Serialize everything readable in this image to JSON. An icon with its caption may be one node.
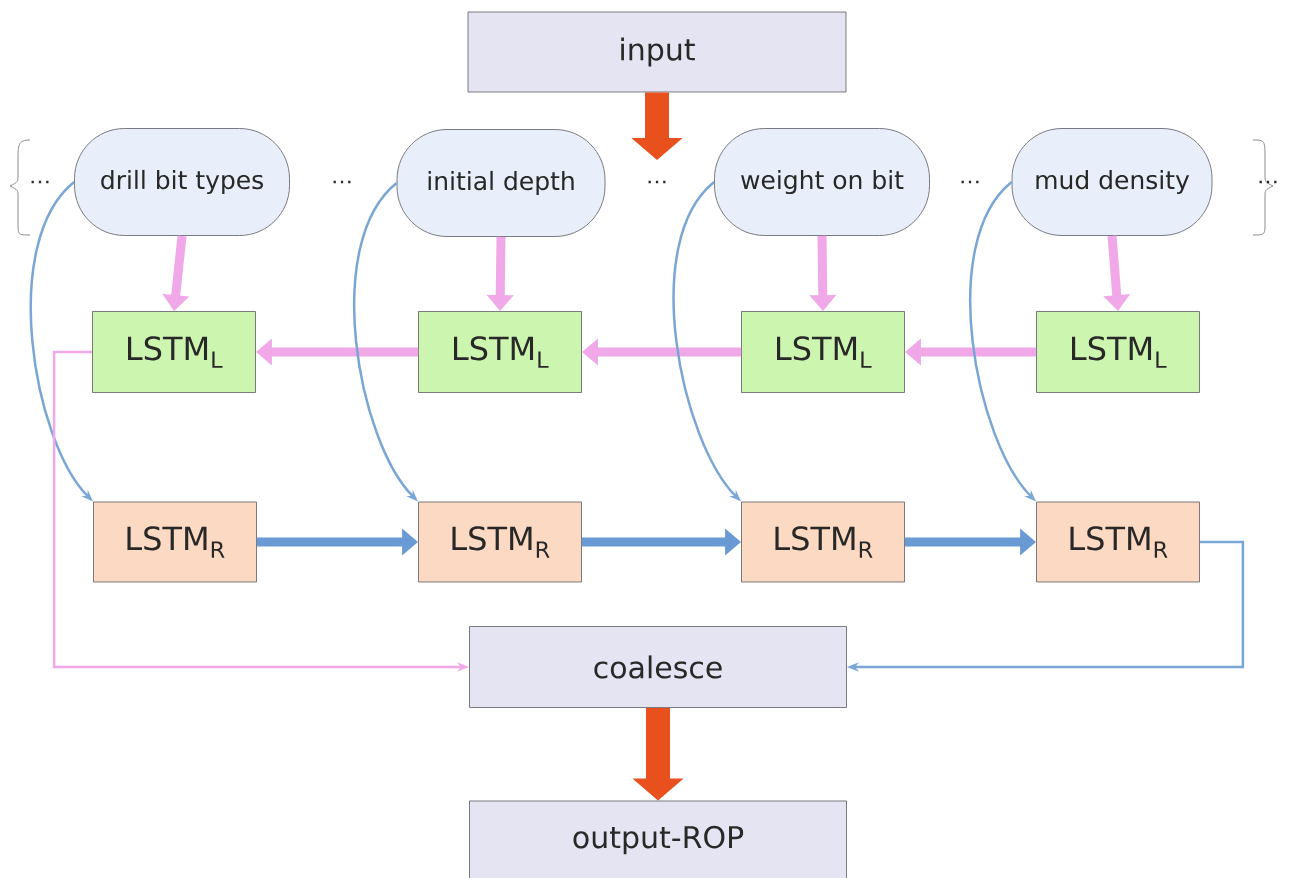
{
  "diagram": {
    "nodes": [
      {
        "text": [
          "input"
        ]
      },
      {
        "text": [
          "drill bit types"
        ]
      },
      {
        "text": [
          "initial depth"
        ]
      },
      {
        "text": [
          "weight on bit"
        ]
      },
      {
        "text": [
          "mud density"
        ]
      },
      {
        "text": [
          "LSTM$_{L}$"
        ]
      },
      {
        "text": [
          "LSTM$_{L}$"
        ]
      },
      {
        "text": [
          "LSTM$_{L}$"
        ]
      },
      {
        "text": [
          "LSTM$_{L}$"
        ]
      },
      {
        "text": [
          "LSTM$_{R}$"
        ]
      },
      {
        "text": [
          "LSTM$_{R}$"
        ]
      },
      {
        "text": [
          "LSTM$_{R}$"
        ]
      },
      {
        "text": [
          "LSTM$_{R}$"
        ]
      },
      {
        "text": [
          "coalesce"
        ]
      },
      {
        "text": [
          "output-ROP"
        ]
      }
    ],
    "edges": [
      {
        "from": 0,
        "to": null,
        "arrow": "to",
        "style": "thick",
        "color": "#e8501e"
      },
      {
        "from": 1,
        "to": 5,
        "arrow": "to",
        "color": "#f0a8e8"
      },
      {
        "from": 2,
        "to": 6,
        "arrow": "to",
        "color": "#f0a8e8"
      },
      {
        "from": 3,
        "to": 7,
        "arrow": "to",
        "color": "#f0a8e8"
      },
      {
        "from": 4,
        "to": 8,
        "arrow": "to",
        "color": "#f0a8e8"
      },
      {
        "from": 8,
        "to": 7,
        "arrow": "to",
        "color": "#f0a8e8"
      },
      {
        "from": 7,
        "to": 6,
        "arrow": "to",
        "color": "#f0a8e8"
      },
      {
        "from": 6,
        "to": 5,
        "arrow": "to",
        "color": "#f0a8e8"
      },
      {
        "from": 1,
        "to": 9,
        "arrow": "to",
        "color": "#7aa6d6"
      },
      {
        "from": 2,
        "to": 10,
        "arrow": "to",
        "color": "#7aa6d6"
      },
      {
        "from": 3,
        "to": 11,
        "arrow": "to",
        "color": "#7aa6d6"
      },
      {
        "from": 4,
        "to": 12,
        "arrow": "to",
        "color": "#7aa6d6"
      },
      {
        "from": 9,
        "to": 10,
        "arrow": "to",
        "color": "#6a9ad4"
      },
      {
        "from": 10,
        "to": 11,
        "arrow": "to",
        "color": "#6a9ad4"
      },
      {
        "from": 11,
        "to": 12,
        "arrow": "to",
        "color": "#6a9ad4"
      },
      {
        "from": 5,
        "to": 13,
        "arrow": "to",
        "color": "#f0a8e8"
      },
      {
        "from": 12,
        "to": 13,
        "arrow": "to",
        "color": "#7aa6d6"
      },
      {
        "from": 13,
        "to": 14,
        "arrow": "to",
        "style": "thick",
        "color": "#e8501e"
      }
    ],
    "labels": [
      "…",
      "…",
      "…",
      "…",
      "…"
    ]
  }
}
